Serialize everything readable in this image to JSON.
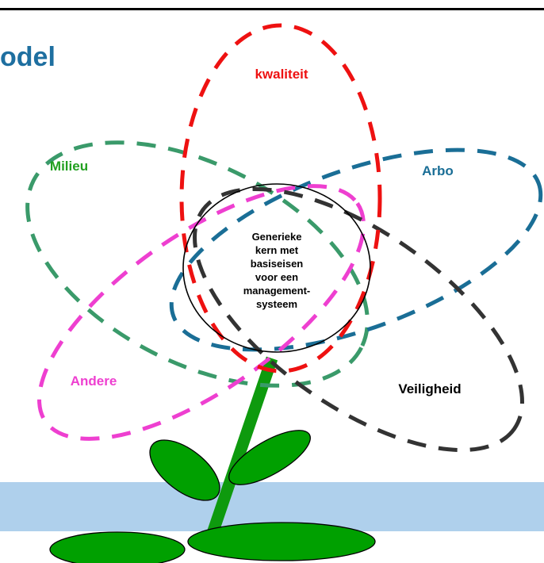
{
  "title": "odel",
  "petals": {
    "kwaliteit": "kwaliteit",
    "milieu": "Milieu",
    "arbo": "Arbo",
    "andere": "Andere",
    "veiligheid": "Veiligheid"
  },
  "core": {
    "lines": [
      "Generieke",
      "kern met",
      "basiseisen",
      "voor een",
      "management-",
      "systeem"
    ]
  },
  "colors": {
    "title": "#1e6fa0",
    "kwaliteit": "#ee1111",
    "milieu": "#3a9a6a",
    "milieu_label": "#22a020",
    "arbo": "#1a6e96",
    "andere": "#ee3fd0",
    "veiligheid": "#333333",
    "stem": "#0e9a0e",
    "band": "#afd0ec"
  }
}
